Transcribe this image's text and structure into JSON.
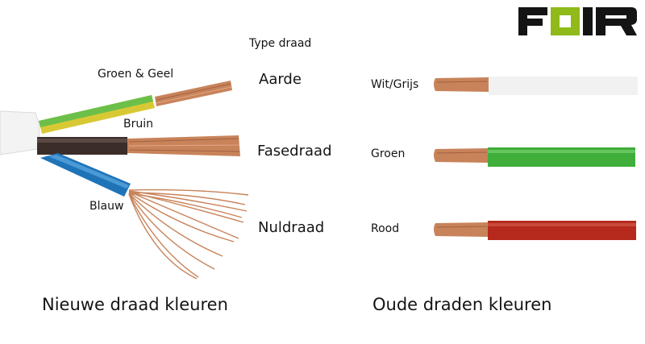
{
  "logo": {
    "text": "FOIR",
    "letters": [
      "F",
      "O",
      "I",
      "R"
    ],
    "colors": {
      "dark": "#141414",
      "accent": "#8fba1a"
    }
  },
  "new_cable": {
    "header": "Type draad",
    "wires": [
      {
        "color_label": "Groen & Geel",
        "type_label": "Aarde",
        "colors": [
          "#6cc04a",
          "#d8c934"
        ]
      },
      {
        "color_label": "Bruin",
        "type_label": "Fasedraad",
        "colors": [
          "#3b2d29"
        ]
      },
      {
        "color_label": "Blauw",
        "type_label": "Nuldraad",
        "colors": [
          "#1f74b8"
        ]
      }
    ],
    "caption": "Nieuwe draad kleuren"
  },
  "old_cable": {
    "wires": [
      {
        "color_label": "Wit/Grijs",
        "color": "#f1f1f1"
      },
      {
        "color_label": "Groen",
        "color": "#3fae3a"
      },
      {
        "color_label": "Rood",
        "color": "#b52a1c"
      }
    ],
    "caption": "Oude draden kleuren"
  },
  "copper_color": "#c8835a"
}
